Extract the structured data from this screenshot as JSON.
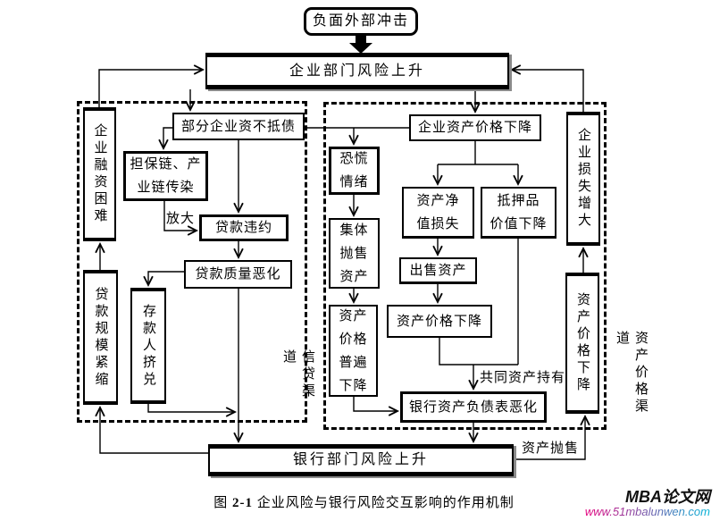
{
  "nodes": {
    "shock": "负面外部冲击",
    "enterprise_risk": "企业部门风险上升",
    "bank_risk": "银行部门风险上升",
    "financing_difficulty": "企业融资困难",
    "insolvency": "部分企业资不抵债",
    "chain_contagion": "担保链、产\n业链传染",
    "loan_default": "贷款违约",
    "loan_quality_worsen": "贷款质量恶化",
    "loan_scale_contraction": "贷款规模紧缩",
    "depositor_run": "存款人挤兑",
    "enterprise_asset_price_drop": "企业资产价格下降",
    "panic_sentiment": "恐慌\n情绪",
    "collective_selloff": "集体\n抛售\n资产",
    "asset_net_value_loss": "资产净\n值损失",
    "collateral_value_drop": "抵押品\n价值下降",
    "sell_assets": "出售资产",
    "asset_price_drop": "资产价格下降",
    "asset_price_general_drop": "资产\n价格\n普遍\n下降",
    "bank_balance_sheet_worsen": "银行资产负债表恶化",
    "enterprise_loss_increase": "企业损失增大",
    "asset_price_drop_right": "资产价格下降"
  },
  "edge_labels": {
    "amplify": "放大",
    "common_asset_holding": "共同资产持有",
    "asset_selloff": "资产抛售"
  },
  "channel_labels": {
    "credit": "信贷渠道",
    "asset_price": "资产价格渠道"
  },
  "caption": {
    "figure": "图",
    "number": "2-1",
    "text": "企业风险与银行风险交互影响的作用机制"
  },
  "watermark": {
    "site": "MBA论文网",
    "url": "www.51mbalunwen.com",
    "url_color_start": "#e6007e",
    "url_color_end": "#00b6d9"
  },
  "colors": {
    "line": "#000000",
    "background": "#ffffff"
  }
}
